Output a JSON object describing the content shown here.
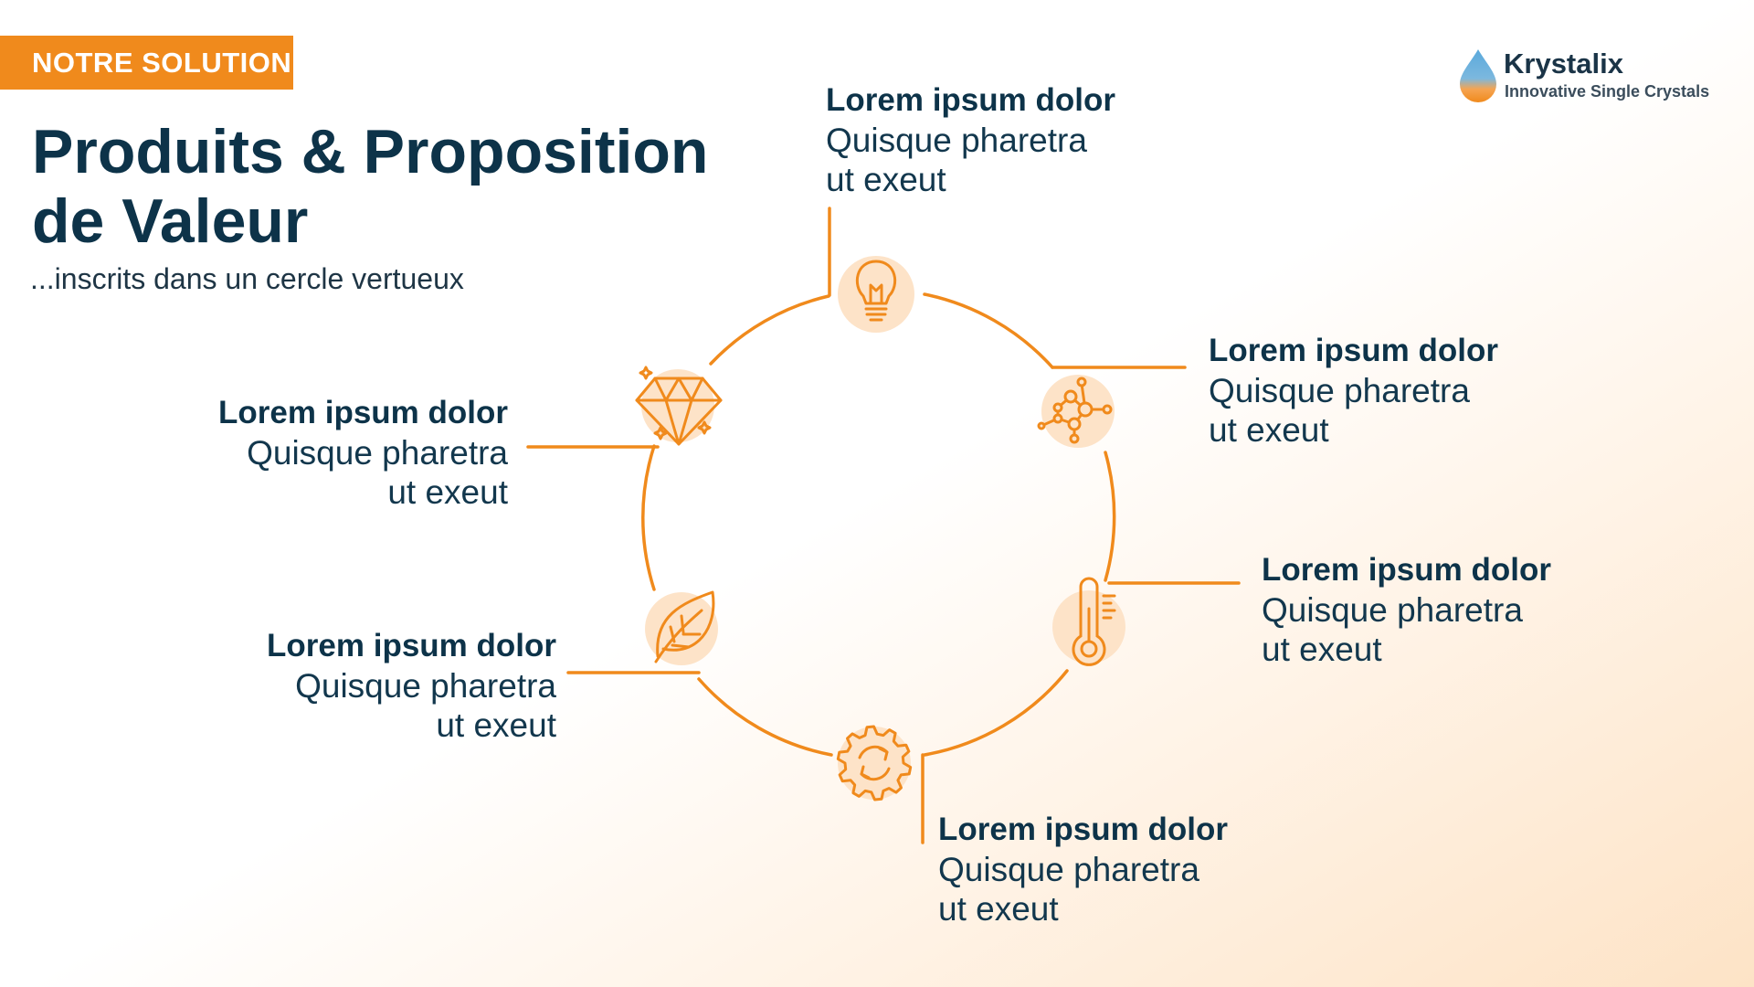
{
  "tag": "NOTRE SOLUTION",
  "title_line1": "Produits & Proposition",
  "title_line2": "de Valeur",
  "subtitle": "...inscrits dans un cercle vertueux",
  "logo": {
    "name": "Krystalix",
    "tagline": "Innovative Single Crystals"
  },
  "colors": {
    "accent": "#f08a1c",
    "title": "#0d3349",
    "icon_bg": "#fde3c8"
  },
  "items": [
    {
      "icon": "lightbulb-icon",
      "heading": "Lorem ipsum dolor",
      "line1": "Quisque pharetra",
      "line2": "ut exeut"
    },
    {
      "icon": "molecule-network-icon",
      "heading": "Lorem ipsum dolor",
      "line1": "Quisque pharetra",
      "line2": "ut exeut"
    },
    {
      "icon": "thermometer-icon",
      "heading": "Lorem ipsum dolor",
      "line1": "Quisque pharetra",
      "line2": "ut exeut"
    },
    {
      "icon": "gear-cycle-icon",
      "heading": "Lorem ipsum dolor",
      "line1": "Quisque pharetra",
      "line2": "ut exeut"
    },
    {
      "icon": "leaf-icon",
      "heading": "Lorem ipsum dolor",
      "line1": "Quisque pharetra",
      "line2": "ut exeut"
    },
    {
      "icon": "diamond-icon",
      "heading": "Lorem ipsum dolor",
      "line1": "Quisque pharetra",
      "line2": "ut exeut"
    }
  ]
}
